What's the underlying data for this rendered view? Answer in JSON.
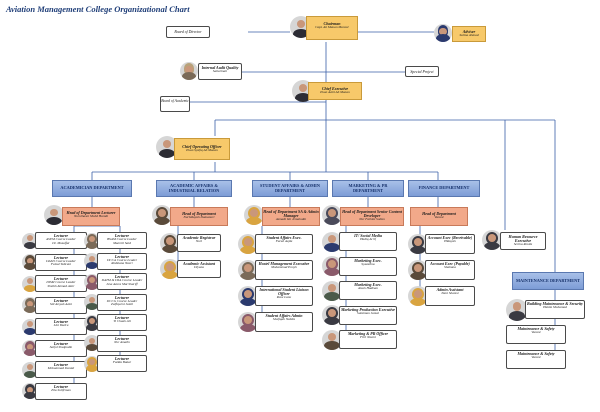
{
  "title": "Aviation Management College Organizational Chart",
  "colors": {
    "dept_top": "#a8c0e8",
    "dept_bottom": "#7d9cd6",
    "head": "#f7c96a",
    "hod": "#f2a98a",
    "line": "#3a5fa8"
  },
  "board": {
    "director": "Board of Director",
    "academic": "Board of Academic"
  },
  "chairman": {
    "title": "Chairman",
    "name": "Capt. Ab Manan Mansor"
  },
  "advisor": {
    "title": "Adviser",
    "name": "Salina Ahmad"
  },
  "audit": {
    "title": "Internal Audit Quality",
    "name": "Sabarinah"
  },
  "special": "Special Project",
  "ceo": {
    "title": "Chief Executive",
    "name": "Puan Azizi Ab Manan"
  },
  "coo": {
    "title": "Chief Operating Officer",
    "name": "Puan Syafiq Ab Manan"
  },
  "depts": {
    "academic": "ACADEMICIAN DEPARTMENT",
    "affairs": "ACADEMIC AFFAIRS & INDUSTRIAL RELATION",
    "student": "STUDENT AFFAIRS & ADMIN DEPARTMENT",
    "marketing": "MARKETING & PR DEPARTMENT",
    "finance": "FINANCE DEPARTMENT",
    "maintenance": "MAINTENANCE DEPARTMENT"
  },
  "hods": {
    "academic": {
      "title": "Head of Department Lecturer",
      "name": "Nurulhasni Mohd Hamdi"
    },
    "affairs": {
      "title": "Head of Department",
      "name": "Nurhidayah Damanuri"
    },
    "student": {
      "title": "Head of Department SA & Admin Manager",
      "name": "Asmadi bin Jemaludin"
    },
    "marketing": {
      "title": "Head of Department Senior Content Developer",
      "name": "Nur Fathini Sultan"
    },
    "finance": {
      "title": "Head of Department",
      "name": "Vacant"
    }
  },
  "lecturers_left": [
    {
      "t": "Lecturer",
      "r": "ASEM Course Leader",
      "n": "Dr. Muzaffar"
    },
    {
      "t": "Lecturer",
      "r": "DASD Course Leader",
      "n": "Faisal Tabrani"
    },
    {
      "t": "Lecturer",
      "r": "DISM Course Leader",
      "n": "Sheikh Ahmad Amir"
    },
    {
      "t": "Lecturer",
      "r": "",
      "n": "Siti Aisyah Azmi"
    },
    {
      "t": "Lecturer",
      "r": "",
      "n": "Lini Yazira"
    },
    {
      "t": "Lecturer",
      "r": "",
      "n": "Saiful Shaipudin"
    },
    {
      "t": "Lecturer",
      "r": "",
      "n": "Mohammad Danial"
    },
    {
      "t": "Lecturer",
      "r": "",
      "n": "Zila Sulifrman"
    }
  ],
  "lecturers_right": [
    {
      "t": "Lecturer",
      "r": "BSAM Course Leader",
      "n": "Maernil Said"
    },
    {
      "t": "Lecturer",
      "r": "DCCA Course Leader",
      "n": "Rodziana Nasri"
    },
    {
      "t": "Lecturer",
      "r": "DATM & DSA Course Leader",
      "n": "Lisa Azura Mat Shariff"
    },
    {
      "t": "Lecturer",
      "r": "DCCG Course Leader",
      "n": "Zulfiqarni Jamil"
    },
    {
      "t": "Lecturer",
      "r": "",
      "n": "Ti Chuah Ali"
    },
    {
      "t": "Lecturer",
      "r": "",
      "n": "Nur Amalin"
    },
    {
      "t": "Lecturer",
      "r": "",
      "n": "Fatida Bakar"
    }
  ],
  "affairs_staff": [
    {
      "t": "Academic Registrar",
      "n": "Nuri"
    },
    {
      "t": "Academic Assistant",
      "n": "Diyana"
    }
  ],
  "student_staff": [
    {
      "t": "Student Affairs Exec.",
      "n": "Farah Aqila"
    },
    {
      "t": "Hostel Management Executive",
      "n": "Muhammad Pouyh"
    },
    {
      "t": "International Student Liaison Officer",
      "n": "Rose Lanu"
    },
    {
      "t": "Student Affairs Admin",
      "n": "Shafiqah Nabila"
    }
  ],
  "marketing_staff": [
    {
      "t": "IT/ Social Media",
      "n": "Hadiq Arrif"
    },
    {
      "t": "Marketing Exec.",
      "n": "Syazalina"
    },
    {
      "t": "Marketing Exec.",
      "n": "Aisah Hadisan"
    },
    {
      "t": "Marketing Production Executive",
      "n": "Sulaiman Jamal"
    },
    {
      "t": "Marketing & PR Officer",
      "n": "Fitri Naemi"
    }
  ],
  "finance_staff": [
    {
      "t": "Account Exec (Receivable)",
      "n": "Hidayah"
    },
    {
      "t": "Account Exec (Payable)",
      "n": "Shabana"
    },
    {
      "t": "Admin Assistant",
      "n": "Nani Shamsi"
    }
  ],
  "hr": {
    "title": "Human Resource Executive",
    "name": "Serina Rosila"
  },
  "maintenance_staff": [
    {
      "t": "Building Maintenance & Security",
      "n": "Hakim Mohamad"
    },
    {
      "t": "Maintenance & Safety",
      "n": "Vacant"
    },
    {
      "t": "Maintenance & Safety",
      "n": "Vacant"
    }
  ]
}
